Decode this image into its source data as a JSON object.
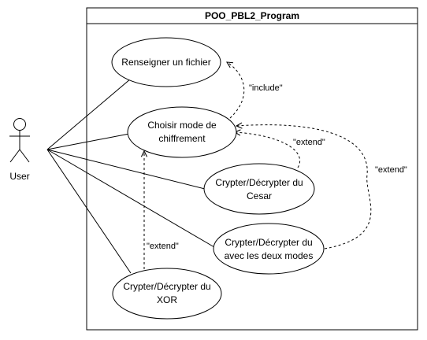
{
  "system": {
    "title": "POO_PBL2_Program"
  },
  "actor": {
    "name": "User"
  },
  "use_cases": {
    "renseigner": {
      "lines": [
        "Renseigner un fichier"
      ]
    },
    "choisir": {
      "lines": [
        "Choisir mode de",
        "chiffrement"
      ]
    },
    "cesar": {
      "lines": [
        "Crypter/Décrypter du",
        "Cesar"
      ]
    },
    "deux_modes": {
      "lines": [
        "Crypter/Décrypter du",
        "avec les deux modes"
      ]
    },
    "xor": {
      "lines": [
        "Crypter/Décrypter du",
        "XOR"
      ]
    }
  },
  "relations": {
    "include": "\"include\"",
    "extend_cesar": "\"extend\"",
    "extend_deux": "\"extend\"",
    "extend_xor": "\"extend\""
  }
}
